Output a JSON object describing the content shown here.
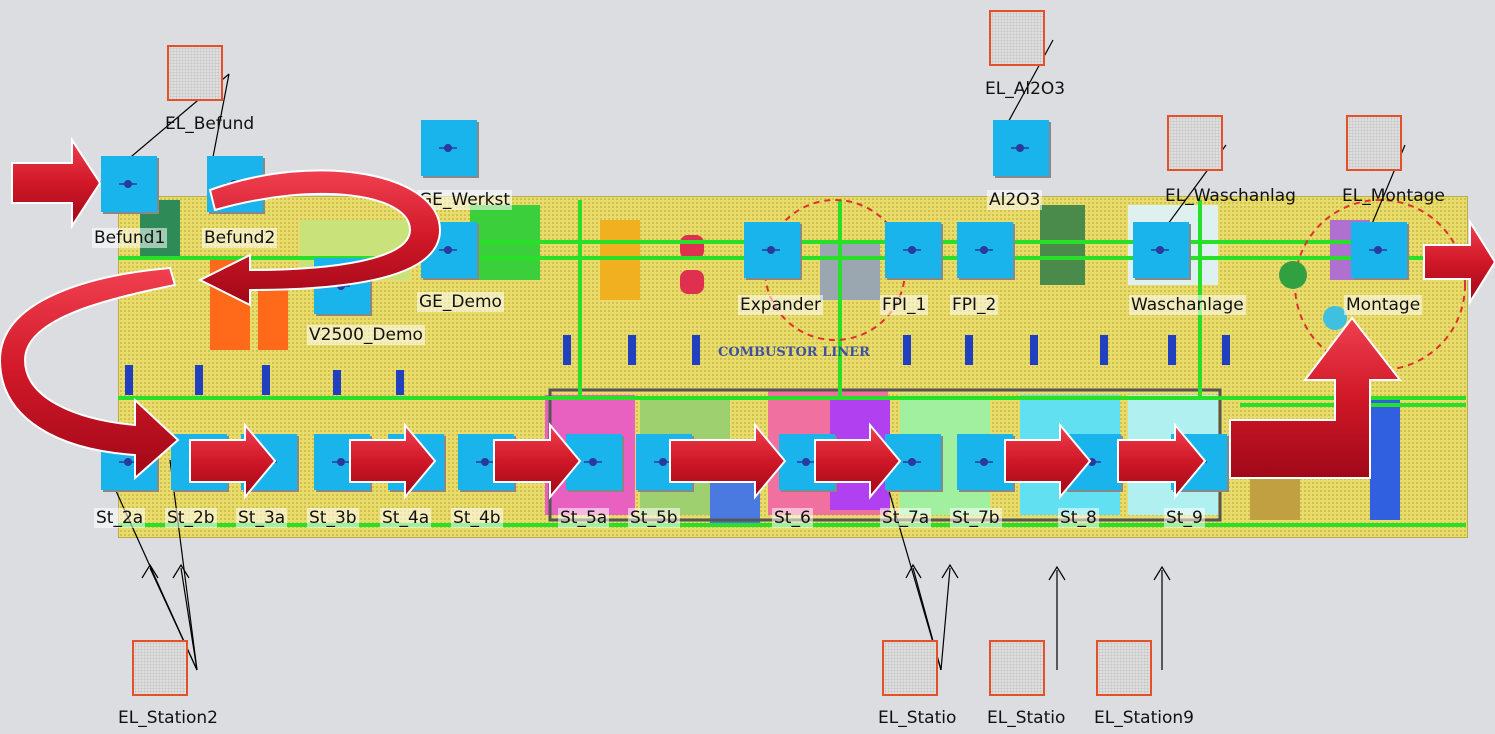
{
  "colors": {
    "background": "#dcdde0",
    "station": "#19b4ec",
    "resource_border": "#e4502a",
    "arrow": "#d92230",
    "floor": "#e8dc6a",
    "line": "#28e028"
  },
  "floor_text": "COMBUSTOR LINER",
  "stations": [
    {
      "id": "befund1",
      "label": "Befund1"
    },
    {
      "id": "befund2",
      "label": "Befund2"
    },
    {
      "id": "ge-werkst",
      "label": "GE_Werkst"
    },
    {
      "id": "ge-demo",
      "label": "GE_Demo"
    },
    {
      "id": "v2500-demo",
      "label": "V2500_Demo"
    },
    {
      "id": "al2o3",
      "label": "Al2O3"
    },
    {
      "id": "expander",
      "label": "Expander"
    },
    {
      "id": "fpi-1",
      "label": "FPI_1"
    },
    {
      "id": "fpi-2",
      "label": "FPI_2"
    },
    {
      "id": "waschanlage",
      "label": "Waschanlage"
    },
    {
      "id": "montage",
      "label": "Montage"
    },
    {
      "id": "st-2a",
      "label": "St_2a"
    },
    {
      "id": "st-2b",
      "label": "St_2b"
    },
    {
      "id": "st-3a",
      "label": "St_3a"
    },
    {
      "id": "st-3b",
      "label": "St_3b"
    },
    {
      "id": "st-4a",
      "label": "St_4a"
    },
    {
      "id": "st-4b",
      "label": "St_4b"
    },
    {
      "id": "st-5a",
      "label": "St_5a"
    },
    {
      "id": "st-5b",
      "label": "St_5b"
    },
    {
      "id": "st-6",
      "label": "St_6"
    },
    {
      "id": "st-7a",
      "label": "St_7a"
    },
    {
      "id": "st-7b",
      "label": "St_7b"
    },
    {
      "id": "st-8",
      "label": "St_8"
    },
    {
      "id": "st-9",
      "label": "St_9"
    }
  ],
  "resources": [
    {
      "id": "el-befund",
      "label": "EL_Befund"
    },
    {
      "id": "el-al2o3",
      "label": "EL_Al2O3"
    },
    {
      "id": "el-waschanlage",
      "label": "EL_Waschanlag"
    },
    {
      "id": "el-montage",
      "label": "EL_Montage"
    },
    {
      "id": "el-station2",
      "label": "EL_Station2"
    },
    {
      "id": "el-station7",
      "label": "EL_Statio"
    },
    {
      "id": "el-station8",
      "label": "EL_Statio"
    },
    {
      "id": "el-station9",
      "label": "EL_Station9"
    }
  ]
}
